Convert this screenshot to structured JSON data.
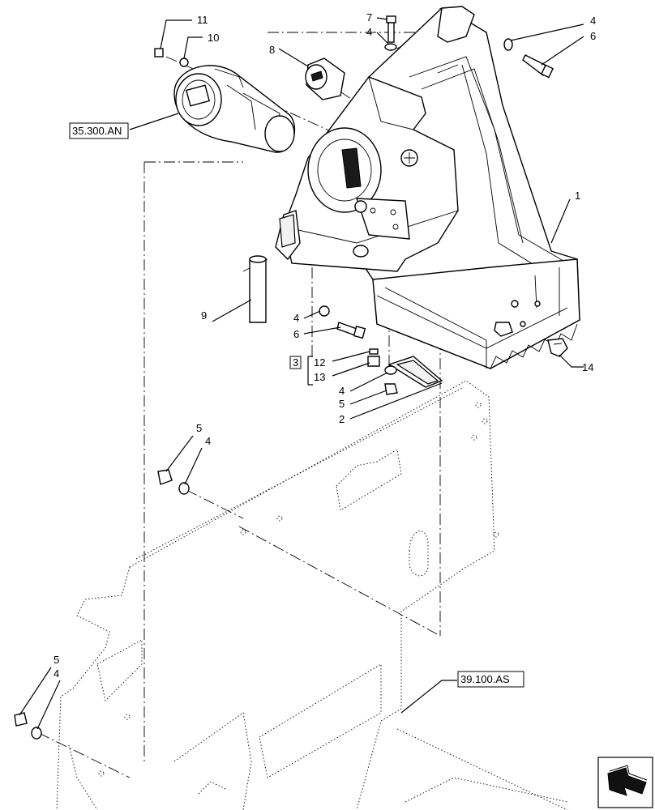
{
  "callouts": {
    "c1": "1",
    "c2": "2",
    "c3": "3",
    "c4a": "4",
    "c4b": "4",
    "c4c": "4",
    "c4d": "4",
    "c4e": "4",
    "c4f": "4",
    "c5a": "5",
    "c5b": "5",
    "c5c": "5",
    "c6a": "6",
    "c6b": "6",
    "c7": "7",
    "c8": "8",
    "c9": "9",
    "c10": "10",
    "c11": "11",
    "c12": "12",
    "c13": "13",
    "c14": "14"
  },
  "references": {
    "ref_top": "35.300.AN",
    "ref_bottom": "39.100.AS"
  },
  "icons": {
    "nav": "navigation-arrow-icon"
  }
}
